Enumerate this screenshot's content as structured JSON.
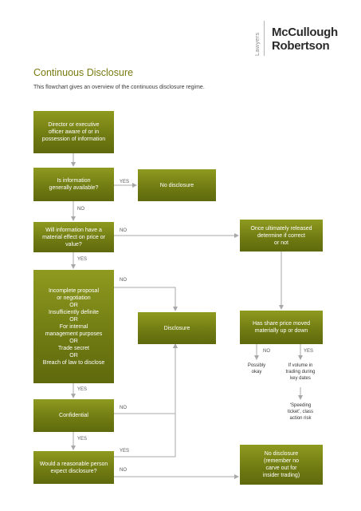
{
  "logo": {
    "vertical": "Lawyers",
    "name_line1": "McCullough",
    "name_line2": "Robertson"
  },
  "header": {
    "title": "Continuous Disclosure",
    "intro": "This flowchart gives an overview of the continuous disclosure regime."
  },
  "nodes": {
    "aware": [
      "Director or executive",
      "officer aware of or in",
      "possession of information"
    ],
    "generally_available": [
      "Is information",
      "generally available?"
    ],
    "no_disclosure": [
      "No disclosure"
    ],
    "material_effect": [
      "Will information have a",
      "material effect on price or",
      "value?"
    ],
    "once_released": [
      "Once ultimately released",
      "determine if correct",
      "or not"
    ],
    "exceptions": [
      "Incomplete proposal",
      "or negotiation",
      "OR",
      "Insufficiently definite",
      "OR",
      "For internal",
      "management purposes",
      "OR",
      "Trade secret",
      "OR",
      "Breach of law to disclose"
    ],
    "disclosure": [
      "Disclosure"
    ],
    "share_price": [
      "Has share price moved",
      "materially up or down"
    ],
    "confidential": [
      "Confidential"
    ],
    "reasonable_person": [
      "Would a reasonable person",
      "expect disclosure?"
    ],
    "no_disclosure_final": [
      "No disclosure",
      "(remember no",
      "carve out for",
      "insider trading)"
    ]
  },
  "notes": {
    "possibly_okay": [
      "Possibly",
      "okay"
    ],
    "volume_trading": [
      "If volume in",
      "trading during",
      "key dates"
    ],
    "speeding_ticket": [
      "‘Speeding",
      "ticket’, class",
      "action risk"
    ]
  },
  "labels": {
    "yes": "YES",
    "no": "NO"
  },
  "colors": {
    "box_top": "#8e9a1f",
    "box_bottom": "#5f690d",
    "title": "#7a7a14",
    "connector": "#a8a8a8"
  }
}
